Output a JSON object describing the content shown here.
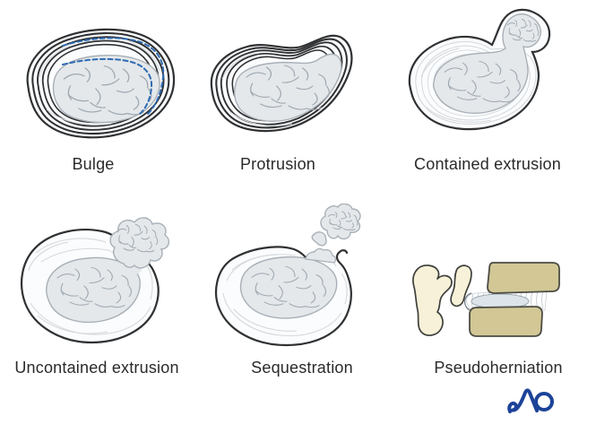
{
  "figure": {
    "background": "#ffffff",
    "panels": [
      {
        "id": "bulge",
        "label": "Bulge"
      },
      {
        "id": "protrusion",
        "label": "Protrusion"
      },
      {
        "id": "contained-extrusion",
        "label": "Contained extrusion"
      },
      {
        "id": "uncontained-extrusion",
        "label": "Uncontained extrusion"
      },
      {
        "id": "sequestration",
        "label": "Sequestration"
      },
      {
        "id": "pseudoherniation",
        "label": "Pseudoherniation"
      }
    ],
    "colors": {
      "outline": "#2f3133",
      "annulus_fill": "#fbfcfd",
      "annulus_ring": "#d4d9dd",
      "nucleus_fill": "#e4e8eb",
      "nucleus_stroke": "#a8b0b7",
      "crack_line": "#9fa8b0",
      "bulge_dashed_line": "#2f6cb3",
      "label_text": "#2a2a2a",
      "vertebra_fill": "#d2c795",
      "bone_cream": "#f6f1d8",
      "bone_outline": "#3f3f3c",
      "logo_blue": "#1c4398"
    },
    "logo": {
      "text": "AO"
    }
  }
}
